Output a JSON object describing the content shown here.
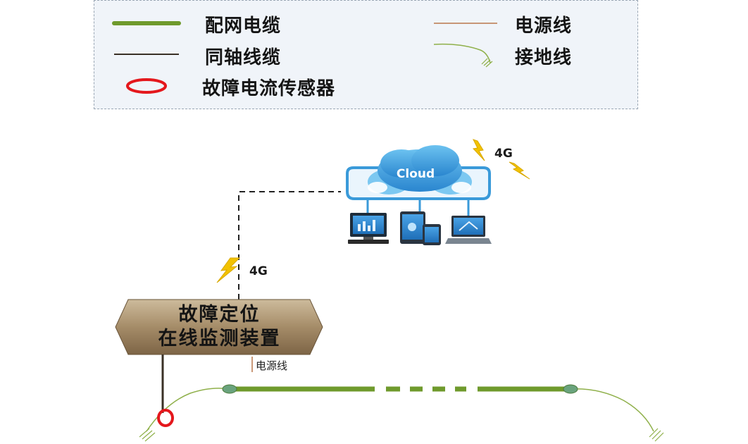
{
  "legend": {
    "items": [
      {
        "label": "配网电缆",
        "color": "#6f9a2c"
      },
      {
        "label": "同轴线缆",
        "color": "#3a3026"
      },
      {
        "label": "故障电流传感器",
        "color": "#e4171c"
      },
      {
        "label": "电源线",
        "color": "#b9764a"
      },
      {
        "label": "接地线",
        "color": "#8fb04a"
      }
    ]
  },
  "cloud": {
    "label": "Cloud"
  },
  "signals": {
    "top_label": "4G",
    "left_label": "4G"
  },
  "device": {
    "line1": "故障定位",
    "line2": "在线监测装置"
  },
  "power_label": "电源线",
  "colors": {
    "cable": "#6f9a2c",
    "ground": "#8fb04a",
    "sensor": "#e4171c",
    "cloud_fill": "#3a9ad9",
    "bolt": "#f2c200"
  }
}
